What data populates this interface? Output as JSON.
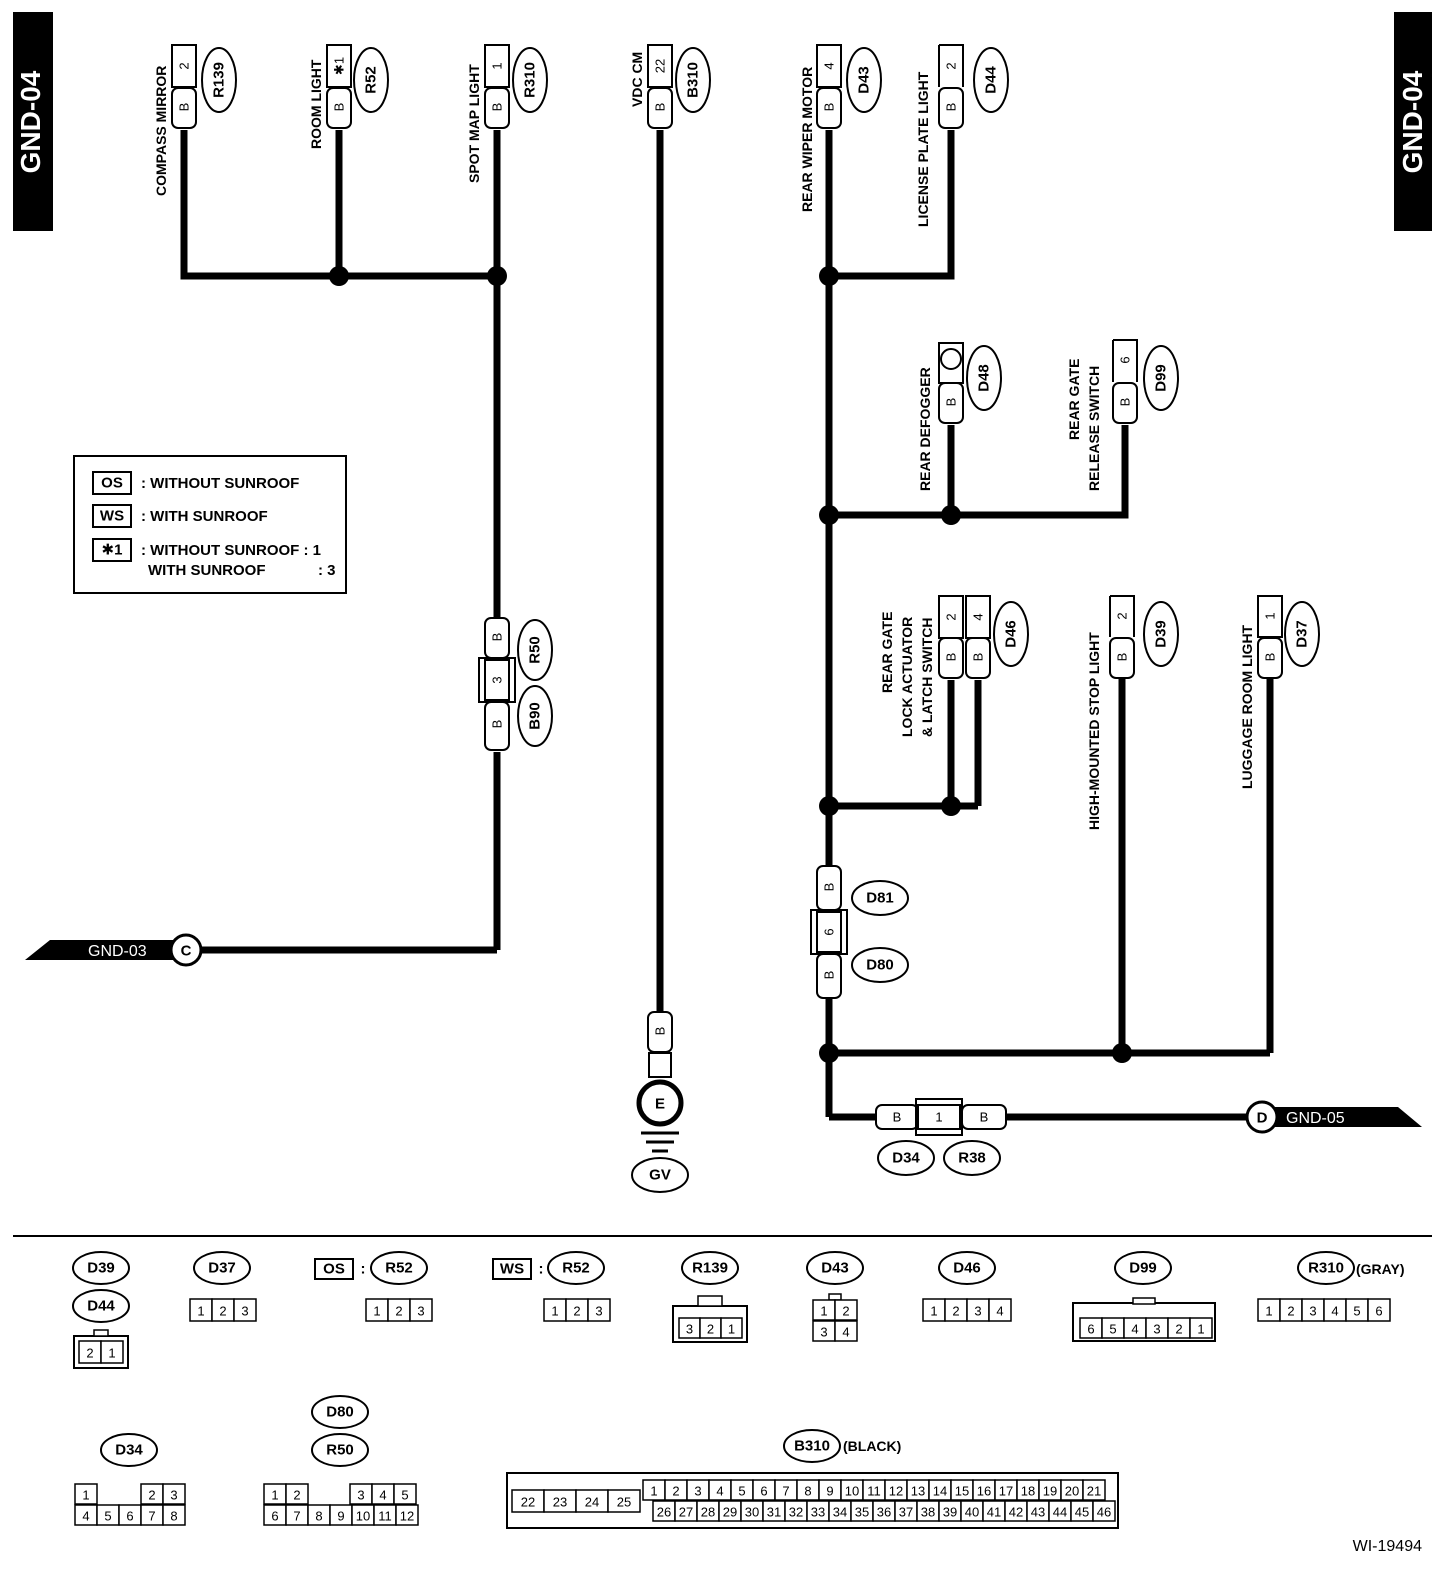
{
  "page": {
    "title": "GND-04",
    "figure_id": "WI-19494"
  },
  "legend": {
    "os_code": "OS",
    "os_desc": ": WITHOUT SUNROOF",
    "ws_code": "WS",
    "ws_desc": ": WITH SUNROOF",
    "star_code": "✱1",
    "star_line1": ": WITHOUT SUNROOF : 1",
    "star_line2": "WITH SUNROOF",
    "star_line2_val": ": 3"
  },
  "components": {
    "compass_mirror": {
      "name": "COMPASS MIRROR",
      "connector": "R139",
      "pin": "2",
      "color": "B"
    },
    "room_light": {
      "name": "ROOM LIGHT",
      "connector": "R52",
      "pin": "✱1",
      "color": "B"
    },
    "spot_map_light": {
      "name": "SPOT MAP LIGHT",
      "connector": "R310",
      "pin": "1",
      "color": "B"
    },
    "vdc_cm": {
      "name": "VDC CM",
      "connector": "B310",
      "pin": "22",
      "color": "B"
    },
    "rear_wiper_motor": {
      "name": "REAR WIPER MOTOR",
      "connector": "D43",
      "pin": "4",
      "color": "B"
    },
    "license_plate_light": {
      "name": "LICENSE PLATE LIGHT",
      "connector": "D44",
      "pin": "2",
      "color": "B"
    },
    "rear_defogger": {
      "name": "REAR DEFOGGER",
      "connector": "D48",
      "color": "B"
    },
    "rear_gate_release": {
      "name1": "REAR GATE",
      "name2": "RELEASE SWITCH",
      "connector": "D99",
      "pin": "6",
      "color": "B"
    },
    "rear_gate_lock": {
      "name1": "REAR GATE",
      "name2": "LOCK ACTUATOR",
      "name3": "& LATCH SWITCH",
      "connector": "D46",
      "pin_a": "2",
      "pin_b": "4",
      "color": "B"
    },
    "high_stop": {
      "name": "HIGH-MOUNTED STOP LIGHT",
      "connector": "D39",
      "pin": "2",
      "color": "B"
    },
    "luggage_light": {
      "name": "LUGGAGE ROOM LIGHT",
      "connector": "D37",
      "pin": "1",
      "color": "B"
    },
    "joint_r50_b90": {
      "top": "R50",
      "bottom": "B90",
      "pin": "3",
      "color": "B"
    },
    "joint_d81_d80": {
      "top": "D81",
      "bottom": "D80",
      "pin": "6",
      "color": "B"
    },
    "joint_d34_r38": {
      "left": "D34",
      "right": "R38",
      "pin": "1",
      "color": "B"
    },
    "ground": {
      "point": "E",
      "label": "GV",
      "color": "B"
    },
    "from_gnd03": {
      "label": "GND-03",
      "letter": "C"
    },
    "to_gnd05": {
      "label": "GND-05",
      "letter": "D"
    }
  },
  "connectors_table": {
    "d39": "D39",
    "d44": "D44",
    "d37": "D37",
    "os_tag": "OS",
    "r52_os": "R52",
    "ws_tag": "WS",
    "r52_ws": "R52",
    "colon": ":",
    "r139": "R139",
    "d43": "D43",
    "d46": "D46",
    "d99": "D99",
    "r310": "R310",
    "r310_color": "(GRAY)",
    "d34": "D34",
    "d80": "D80",
    "r50": "R50",
    "b310": "B310",
    "b310_color": "(BLACK)",
    "pins_d39": [
      "2",
      "1"
    ],
    "pins_d37": [
      "1",
      "2",
      "3"
    ],
    "pins_r52_os": [
      "1",
      "2",
      "3"
    ],
    "pins_r52_ws": [
      "1",
      "2",
      "3"
    ],
    "pins_r139": [
      "3",
      "2",
      "1"
    ],
    "pins_d43": [
      "1",
      "2",
      "3",
      "4"
    ],
    "pins_d46": [
      "1",
      "2",
      "3",
      "4"
    ],
    "pins_d99": [
      "6",
      "5",
      "4",
      "3",
      "2",
      "1"
    ],
    "pins_r310": [
      "1",
      "2",
      "3",
      "4",
      "5",
      "6"
    ],
    "pins_d34": [
      "1",
      "2",
      "3",
      "4",
      "5",
      "6",
      "7",
      "8"
    ],
    "pins_d80": [
      "1",
      "2",
      "3",
      "4",
      "5",
      "6",
      "7",
      "8",
      "9",
      "10",
      "11",
      "12"
    ],
    "pins_b310_left": [
      "22",
      "23",
      "24",
      "25"
    ],
    "pins_b310_top": [
      "1",
      "2",
      "3",
      "4",
      "5",
      "6",
      "7",
      "8",
      "9",
      "10",
      "11",
      "12",
      "13",
      "14",
      "15",
      "16",
      "17",
      "18",
      "19",
      "20",
      "21"
    ],
    "pins_b310_bottom": [
      "26",
      "27",
      "28",
      "29",
      "30",
      "31",
      "32",
      "33",
      "34",
      "35",
      "36",
      "37",
      "38",
      "39",
      "40",
      "41",
      "42",
      "43",
      "44",
      "45",
      "46"
    ]
  }
}
